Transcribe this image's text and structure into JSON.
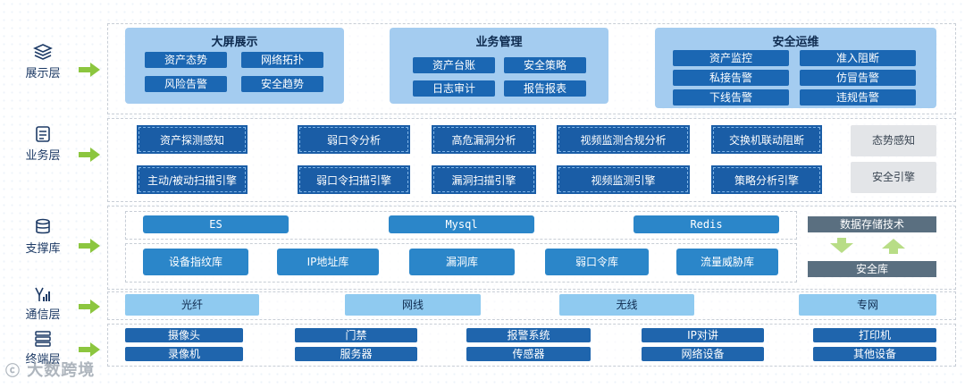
{
  "layers": {
    "display": "展示层",
    "business": "业务层",
    "support": "支撑库",
    "comm": "通信层",
    "terminal": "终端层"
  },
  "display": {
    "big_screen": {
      "title": "大屏展示",
      "items": [
        "资产态势",
        "网络拓扑",
        "风险告警",
        "安全趋势"
      ]
    },
    "biz_mgmt": {
      "title": "业务管理",
      "items": [
        "资产台账",
        "安全策略",
        "日志审计",
        "报告报表"
      ]
    },
    "sec_ops": {
      "title": "安全运维",
      "items": [
        "资产监控",
        "准入阻断",
        "私接告警",
        "仿冒告警",
        "下线告警",
        "违规告警"
      ]
    }
  },
  "business": {
    "row1": [
      "资产探测感知",
      "弱口令分析",
      "高危漏洞分析",
      "视频监测合规分析",
      "交换机联动阻断"
    ],
    "row2": [
      "主动/被动扫描引擎",
      "弱口令扫描引擎",
      "漏洞扫描引擎",
      "视频监测引擎",
      "策略分析引擎"
    ],
    "side": [
      "态势感知",
      "安全引擎"
    ]
  },
  "support": {
    "row1": [
      "ES",
      "Mysql",
      "Redis"
    ],
    "row2": [
      "设备指纹库",
      "IP地址库",
      "漏洞库",
      "弱口令库",
      "流量威胁库"
    ],
    "storage": "数据存储技术",
    "security_lib": "安全库"
  },
  "comm": [
    "光纤",
    "网线",
    "无线",
    "专网"
  ],
  "terminal": {
    "row1": [
      "摄像头",
      "门禁",
      "报警系统",
      "IP对讲",
      "打印机"
    ],
    "row2": [
      "录像机",
      "服务器",
      "传感器",
      "网络设备",
      "其他设备"
    ]
  },
  "watermark": "大数跨境",
  "colors": {
    "dark_blue": "#1b67b3",
    "light_panel": "#a4ccf0",
    "arrow_green": "#8cc63f",
    "grey": "#e3e5e8"
  }
}
